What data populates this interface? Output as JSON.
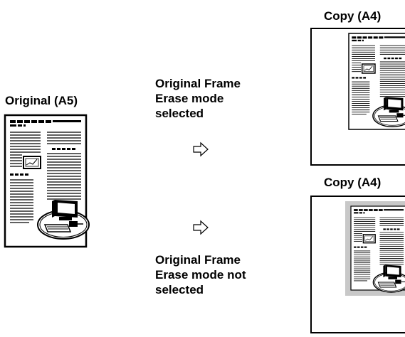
{
  "labels": {
    "original": "Original (A5)",
    "copy_top": "Copy (A4)",
    "copy_bottom": "Copy (A4)"
  },
  "modes": {
    "selected": [
      "Original Frame",
      "Erase mode",
      "selected"
    ],
    "not_selected": [
      "Original Frame",
      "Erase mode not",
      "selected"
    ]
  },
  "icons": {
    "arrow": "right-hollow-arrow-icon",
    "document": "document-page-icon"
  },
  "colors": {
    "frame_shadow": "#c8c8c8",
    "ink": "#000000",
    "paper": "#ffffff"
  }
}
